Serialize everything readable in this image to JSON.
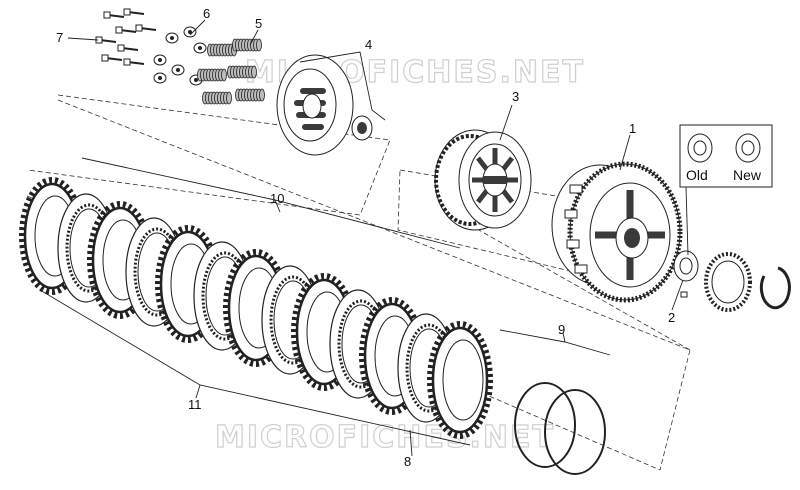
{
  "diagram": {
    "callouts": [
      "1",
      "2",
      "3",
      "4",
      "5",
      "6",
      "7",
      "8",
      "9",
      "10",
      "11"
    ],
    "inset_labels": {
      "old": "Old",
      "new": "New"
    },
    "watermark": "MICROFICHES.NET"
  },
  "colors": {
    "line": "#222222",
    "fill": "#ffffff",
    "shade": "#9a9a9a",
    "dark": "#3a3a3a"
  }
}
